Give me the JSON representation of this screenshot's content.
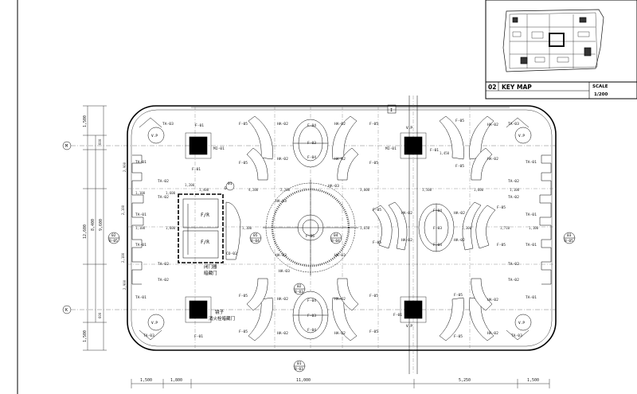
{
  "title_block": {
    "sheet_no": "02",
    "title": "KEY MAP",
    "scale_label": "SCALE",
    "scale_value": "1/200"
  },
  "grid_bubbles": {
    "row_top": "M",
    "row_bottom": "K",
    "col_top": "I"
  },
  "overall_dims": {
    "left": [
      "1,500",
      "12,600",
      "8,400",
      "9,600",
      "1,500"
    ],
    "bottom": [
      "1,500",
      "1,800",
      "11,000",
      "5,250",
      "1,500"
    ]
  },
  "labels": {
    "vp": "V.P",
    "fr": "F/R",
    "ta01": "TA-01",
    "ta02": "TA-02",
    "ta03": "TA-03",
    "ha02": "HA-02",
    "ha03": "HA-03",
    "f01": "F-01",
    "f03": "F-03",
    "f04": "F-04",
    "f05": "F-05",
    "f06": "F-06",
    "mi01": "MI-01",
    "co02": "CO-02",
    "b03": "B-03",
    "b04": "B-04",
    "b05": "B-05",
    "d06": "D-06"
  },
  "callouts": {
    "c01": "01",
    "c02": "02",
    "c03": "03",
    "c04": "04",
    "c05": "05"
  },
  "notes": {
    "left_door_1": "闭门器",
    "left_door_2": "暗藏门",
    "mirror_1": "镜子",
    "mirror_2": "消火栓暗藏门"
  },
  "small_dims": {
    "d1100": "1,100",
    "d1600": "1,600",
    "d1400": "1,400",
    "d4200": "4,200",
    "d2200": "2,200",
    "d3000": "3,000",
    "d1500": "1,500",
    "d600": "600",
    "d1710": "1,710",
    "d1650": "1,650",
    "d1300": "1,300",
    "d2100": "2,100",
    "d1450": "1,450",
    "d1200": "1,200",
    "d2900": "2,900"
  }
}
